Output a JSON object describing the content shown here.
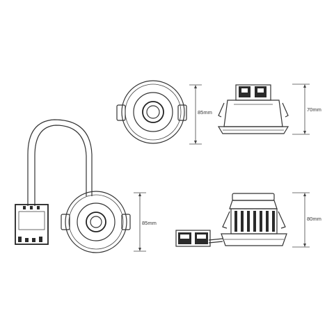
{
  "dimensions": {
    "top_front_diameter": "85mm",
    "top_side_height": "70mm",
    "bottom_front_diameter": "85mm",
    "bottom_side_height": "80mm"
  }
}
